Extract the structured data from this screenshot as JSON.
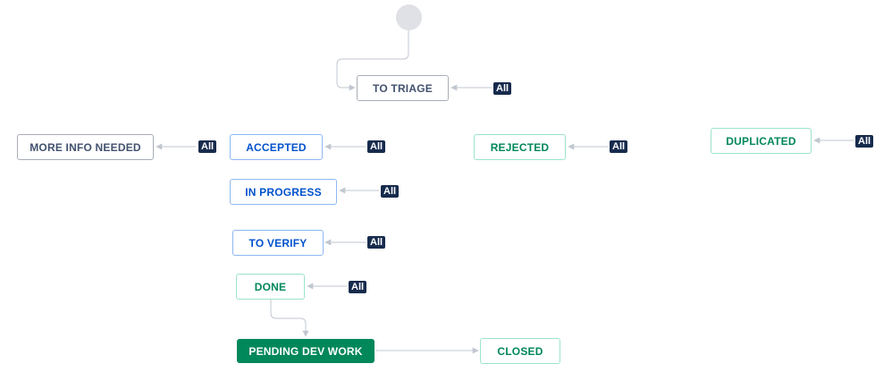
{
  "workflow": {
    "statuses": {
      "to_triage": "TO TRIAGE",
      "more_info_needed": "MORE INFO NEEDED",
      "accepted": "ACCEPTED",
      "rejected": "REJECTED",
      "duplicated": "DUPLICATED",
      "in_progress": "IN PROGRESS",
      "to_verify": "TO VERIFY",
      "done": "DONE",
      "pending_dev_work": "PENDING DEV WORK",
      "closed": "CLOSED"
    },
    "global_transition_label": "All",
    "colors": {
      "todo": "#42526e",
      "in_progress": "#0052cc",
      "done": "#00875a",
      "badge": "#172b4d",
      "connector": "#c1c7d0",
      "start_node": "#dfe1e6"
    }
  }
}
